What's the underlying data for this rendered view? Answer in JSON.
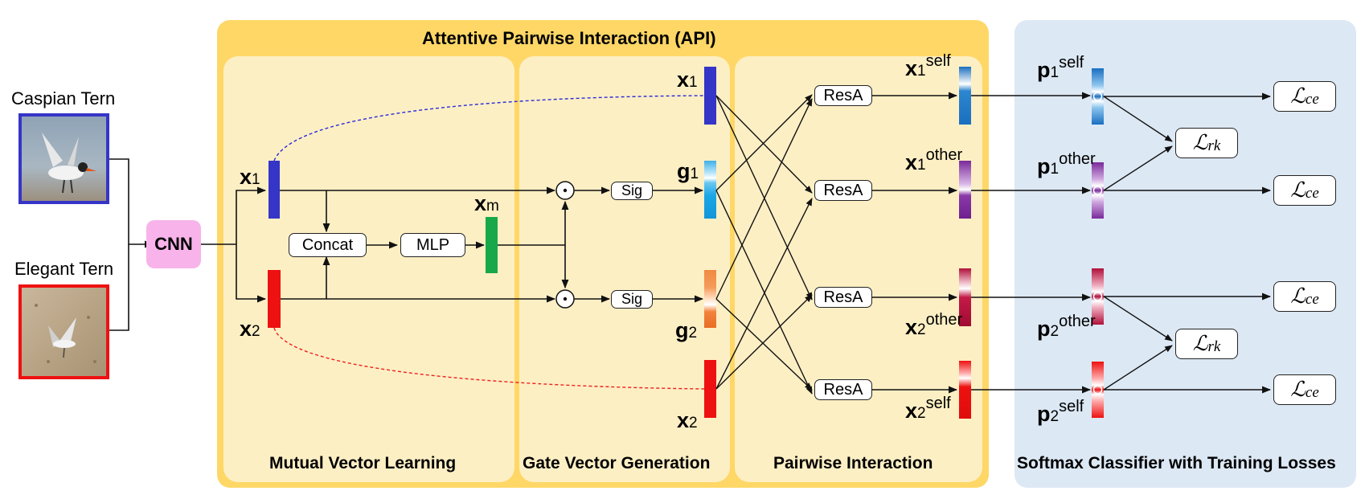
{
  "images": {
    "top_label": "Caspian Tern",
    "bottom_label": "Elegant Tern"
  },
  "nodes": {
    "cnn": "CNN",
    "concat": "Concat",
    "mlp": "MLP",
    "sig": "Sig",
    "resa": "ResA",
    "odot": "⊙"
  },
  "panels": {
    "api_title": "Attentive Pairwise Interaction (API)",
    "mutual": "Mutual Vector Learning",
    "gate": "Gate Vector Generation",
    "pairwise": "Pairwise Interaction",
    "softmax": "Softmax Classifier with Training Losses"
  },
  "variables": {
    "x": "x",
    "g": "g",
    "p": "p",
    "sub1": "1",
    "sub2": "2",
    "subm": "m",
    "self": "self",
    "other": "other"
  },
  "losses": {
    "L": "ℒ",
    "ce": "ce",
    "rk": "rk"
  },
  "colors": {
    "api_bg": "#fed766",
    "sub_panel_bg": "#fdefc4",
    "softmax_bg": "#dce8f4",
    "cnn_bg": "#f7b3ea",
    "x1": "#3535c8",
    "x2": "#ee1111",
    "xm": "#18a84a",
    "g1": "#22a8e6",
    "g2": "#ee7a30",
    "x1_self": "#1a6fc0",
    "x1_other": "#7a2a9a",
    "x2_other": "#b0103a",
    "x2_self": "#ee1111",
    "dashed_top": "#2a2ad8",
    "dashed_bottom": "#ee2020"
  }
}
